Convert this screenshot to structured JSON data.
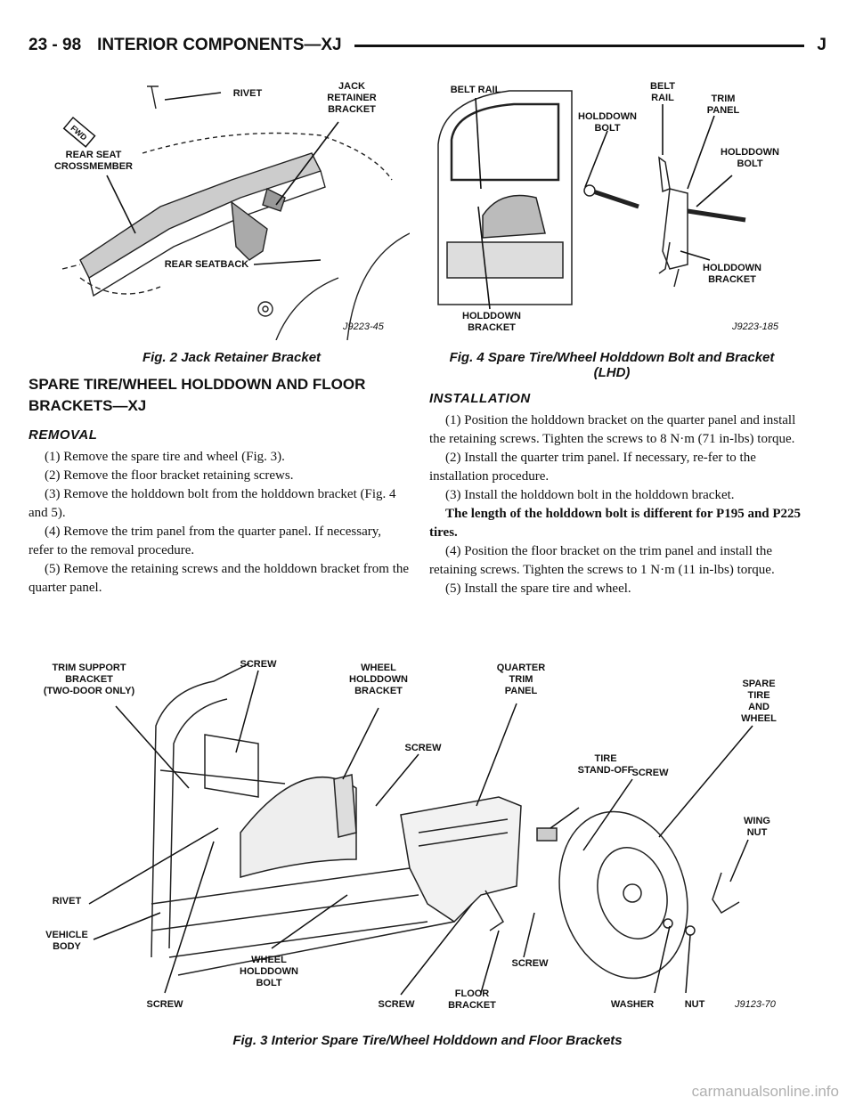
{
  "header": {
    "page_number": "23 - 98",
    "section_title": "INTERIOR COMPONENTS—XJ",
    "edition_letter": "J"
  },
  "fig2": {
    "caption": "Fig. 2 Jack Retainer Bracket",
    "code": "J9223-45",
    "labels": {
      "rivet": "RIVET",
      "jack_retainer_bracket": [
        "JACK",
        "RETAINER",
        "BRACKET"
      ],
      "rear_seat_crossmember": [
        "REAR SEAT",
        "CROSSMEMBER"
      ],
      "rear_seatback": "REAR SEATBACK",
      "fwd": "FWD"
    }
  },
  "fig4": {
    "caption_line1": "Fig. 4 Spare Tire/Wheel Holddown Bolt and Bracket",
    "caption_line2": "(LHD)",
    "code": "J9223-185",
    "labels": {
      "belt_rail": "BELT RAIL",
      "holddown_bolt_left": [
        "HOLDDOWN",
        "BOLT"
      ],
      "belt_rail_right": [
        "BELT",
        "RAIL"
      ],
      "trim_panel": [
        "TRIM",
        "PANEL"
      ],
      "holddown_bolt_right": [
        "HOLDDOWN",
        "BOLT"
      ],
      "holddown_bracket_right": [
        "HOLDDOWN",
        "BRACKET"
      ],
      "holddown_bracket_bottom": [
        "HOLDDOWN",
        "BRACKET"
      ]
    }
  },
  "left_column": {
    "heading_line1": "SPARE TIRE/WHEEL HOLDDOWN AND FLOOR",
    "heading_line2": "BRACKETS—XJ",
    "removal_title": "REMOVAL",
    "removal_steps": [
      "(1) Remove the spare tire and wheel (Fig. 3).",
      "(2) Remove the floor bracket retaining screws.",
      "(3) Remove the holddown bolt from the holddown bracket (Fig. 4 and 5).",
      "(4) Remove the trim panel from the quarter panel. If necessary, refer to the removal procedure.",
      "(5) Remove the retaining screws and the holddown bracket from the quarter panel."
    ]
  },
  "right_column": {
    "installation_title": "INSTALLATION",
    "steps": [
      "(1) Position the holddown bracket on the quarter panel and install the retaining screws. Tighten the screws to 8 N·m (71 in-lbs) torque.",
      "(2) Install the quarter trim panel. If necessary, re-fer to the installation procedure.",
      "(3) Install the holddown bolt in the holddown bracket."
    ],
    "note": "The length of the holddown bolt is different for P195 and P225 tires.",
    "steps_after": [
      "(4) Position the floor bracket on the trim panel and install the retaining screws. Tighten the screws to 1 N·m (11 in-lbs) torque.",
      "(5) Install the spare tire and wheel."
    ]
  },
  "fig3": {
    "caption": "Fig. 3 Interior Spare Tire/Wheel Holddown and Floor Brackets",
    "code": "J9123-70",
    "labels": {
      "trim_support_bracket": [
        "TRIM SUPPORT",
        "BRACKET",
        "(TWO-DOOR ONLY)"
      ],
      "screw_top": "SCREW",
      "wheel_holddown_bracket": [
        "WHEEL",
        "HOLDDOWN",
        "BRACKET"
      ],
      "quarter_trim_panel": [
        "QUARTER",
        "TRIM",
        "PANEL"
      ],
      "screw_mid": "SCREW",
      "tire_stand_off": [
        "TIRE",
        "STAND-OFF"
      ],
      "screw_right": "SCREW",
      "spare_tire_and_wheel": [
        "SPARE",
        "TIRE",
        "AND",
        "WHEEL"
      ],
      "wing_nut": [
        "WING",
        "NUT"
      ],
      "rivet": "RIVET",
      "vehicle_body": [
        "VEHICLE",
        "BODY"
      ],
      "screw_bottom_left": "SCREW",
      "wheel_holddown_bolt": [
        "WHEEL",
        "HOLDDOWN",
        "BOLT"
      ],
      "screw_bottom_mid": "SCREW",
      "floor_bracket": [
        "FLOOR",
        "BRACKET"
      ],
      "screw_bottom_right": "SCREW",
      "washer": "WASHER",
      "nut": "NUT"
    }
  },
  "watermark": "carmanualsonline.info"
}
